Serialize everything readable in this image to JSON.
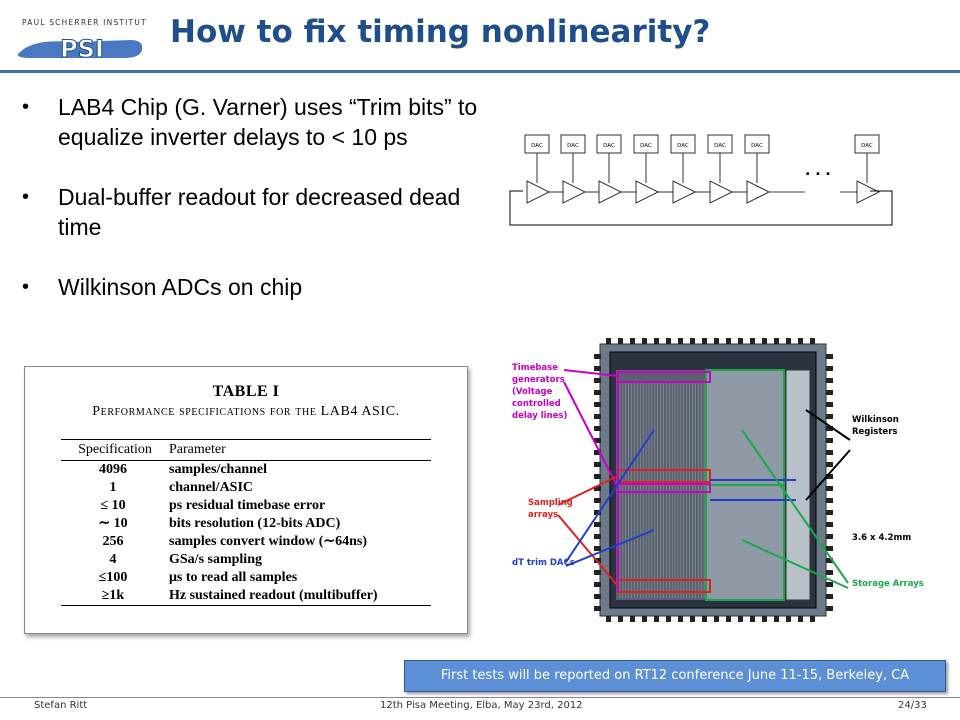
{
  "header": {
    "logo_institute": "PAUL SCHERRER INSTITUT",
    "logo_mark": "PSI",
    "title": "How to fix timing nonlinearity?"
  },
  "bullets": [
    "LAB4 Chip (G. Varner) uses “Trim bits” to equalize inverter delays to < 10 ps",
    "Dual-buffer readout for decreased dead time",
    "Wilkinson ADCs on chip"
  ],
  "circuit": {
    "dac_label": "DAC",
    "ellipsis": ". . ."
  },
  "table": {
    "title": "TABLE I",
    "caption": "Performance specifications for the LAB4 ASIC.",
    "headers": [
      "Specification",
      "Parameter"
    ],
    "rows": [
      [
        "4096",
        "samples/channel"
      ],
      [
        "1",
        "channel/ASIC"
      ],
      [
        "≤ 10",
        "ps residual timebase error"
      ],
      [
        "∼ 10",
        "bits resolution (12-bits ADC)"
      ],
      [
        "256",
        "samples convert window (∼64ns)"
      ],
      [
        "4",
        "GSa/s sampling"
      ],
      [
        "≤100",
        "μs to read all samples"
      ],
      [
        "≥1k",
        "Hz sustained readout (multibuffer)"
      ]
    ]
  },
  "chip": {
    "timebase_lines": [
      "Timebase",
      "generators",
      "(Voltage",
      "controlled",
      "delay lines)"
    ],
    "sampling_lines": [
      "Sampling",
      "arrays"
    ],
    "trim_label": "dT trim DACs",
    "wilkinson_lines": [
      "Wilkinson",
      "Registers"
    ],
    "size_label": "3.6 x 4.2mm",
    "storage_label": "Storage Arrays",
    "colors": {
      "timebase": "#c800c8",
      "sampling": "#e0201e",
      "trim": "#1f3fc8",
      "storage": "#1aa84a",
      "wilkinson": "#000000"
    }
  },
  "banner": "First tests will be reported on RT12 conference June 11-15, Berkeley, CA",
  "footer": {
    "author": "Stefan Ritt",
    "meeting": "12th Pisa Meeting, Elba,   May 23rd, 2012",
    "page": "24/33"
  }
}
